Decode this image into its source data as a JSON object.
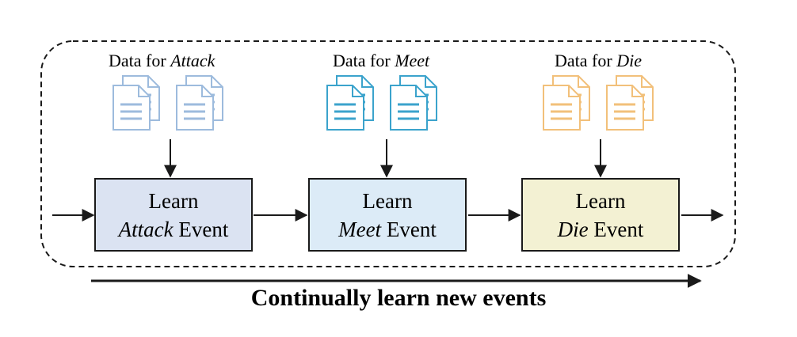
{
  "stages": [
    {
      "id": "attack",
      "data_prefix": "Data for ",
      "event": "Attack",
      "learn_word": "Learn",
      "event_suffix": " Event",
      "box_fill": "#dbe3f2",
      "doc_color": "#9dbbdd"
    },
    {
      "id": "meet",
      "data_prefix": "Data for ",
      "event": "Meet",
      "learn_word": "Learn",
      "event_suffix": " Event",
      "box_fill": "#dcebf7",
      "doc_color": "#3ba3cc"
    },
    {
      "id": "die",
      "data_prefix": "Data for ",
      "event": "Die",
      "learn_word": "Learn",
      "event_suffix": " Event",
      "box_fill": "#f3f1d3",
      "doc_color": "#f2c07a"
    }
  ],
  "caption": "Continually learn new events",
  "colors": {
    "stroke": "#1a1a1a",
    "dashed_border": "#1a1a1a"
  },
  "icons": [
    "document-stack-icon",
    "arrow-right-icon",
    "arrow-down-icon"
  ]
}
